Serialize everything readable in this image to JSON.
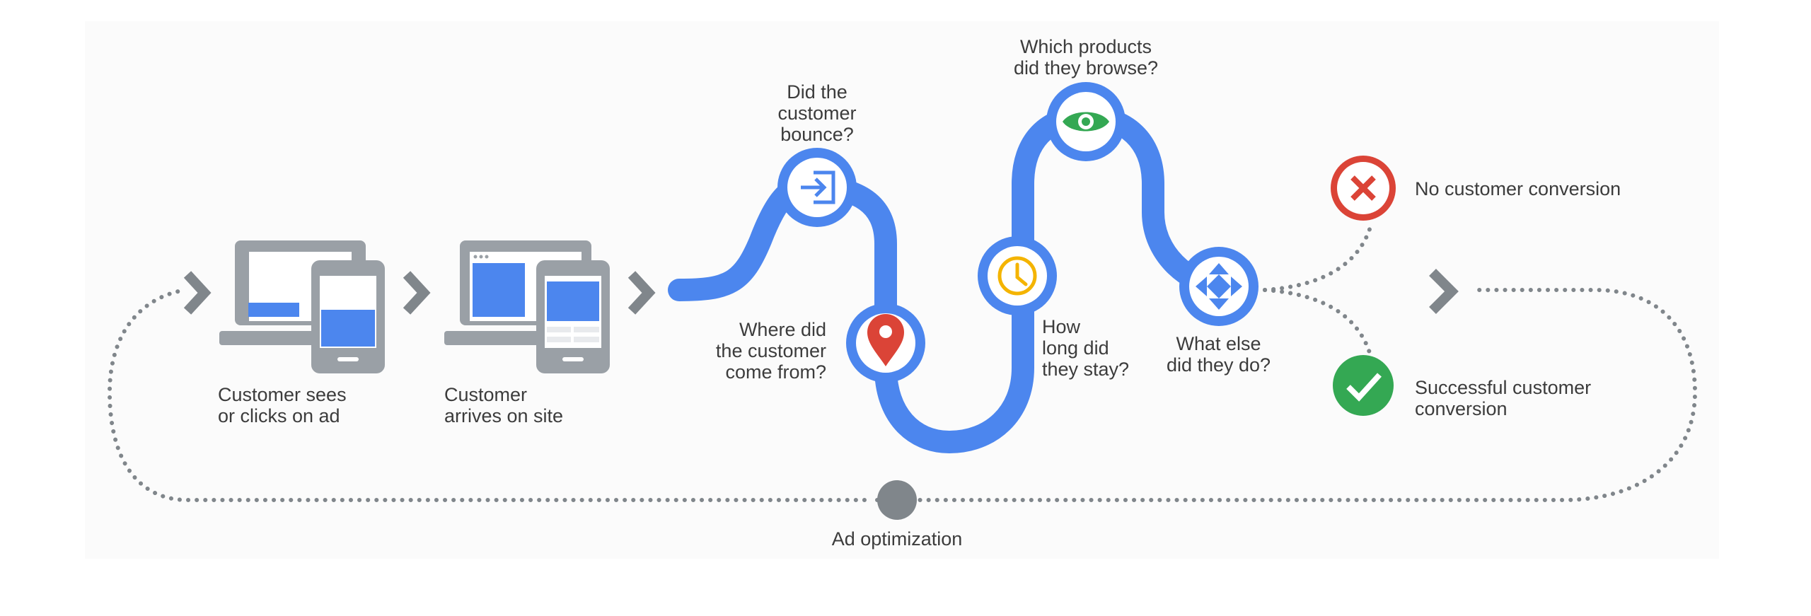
{
  "steps": {
    "ad": {
      "lines": [
        "Customer sees",
        "or clicks on ad"
      ]
    },
    "arrive": {
      "lines": [
        "Customer",
        "arrives on site"
      ]
    },
    "bounce": {
      "lines": [
        "Did the",
        "customer",
        "bounce?"
      ]
    },
    "source": {
      "lines": [
        "Where did",
        "the customer",
        "come from?"
      ]
    },
    "browse": {
      "lines": [
        "Which products",
        "did they browse?"
      ]
    },
    "stay": {
      "lines": [
        "How",
        "long did",
        "they stay?"
      ]
    },
    "other": {
      "lines": [
        "What else",
        "did they do?"
      ]
    },
    "fail": {
      "label": "No customer conversion"
    },
    "success": {
      "lines": [
        "Successful customer",
        "conversion"
      ]
    },
    "optimize": {
      "label": "Ad optimization"
    }
  },
  "icons": [
    "laptop-icon",
    "phone-icon",
    "login-icon",
    "location-pin-icon",
    "eye-icon",
    "clock-icon",
    "move-arrows-icon",
    "close-icon",
    "checkmark-icon",
    "chevron-right-icon"
  ],
  "colors": {
    "path_blue": "#4c86ee",
    "device_gray": "#9aa0a6",
    "chevron_gray": "#80868b",
    "dot_gray": "#80868b",
    "pin_red": "#db4437",
    "eye_green": "#34a853",
    "clock_yellow": "#f4b400",
    "fail_red": "#db4437",
    "success_green": "#34a853"
  }
}
